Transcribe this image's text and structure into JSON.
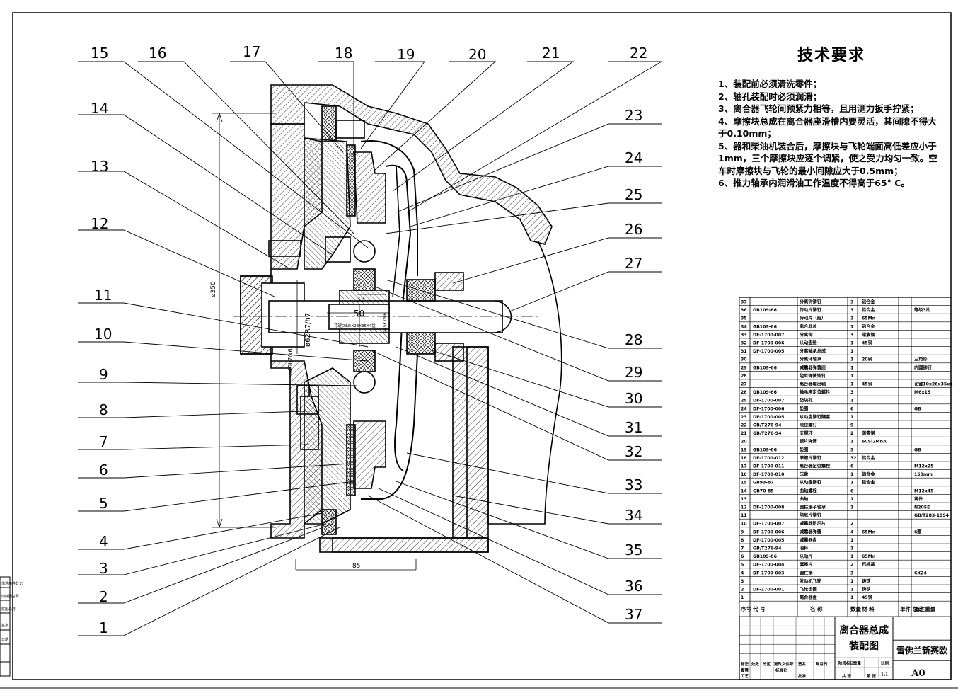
{
  "tech_requirements": {
    "title": "技术要求",
    "items": [
      "1、装配前必须清洗零件；",
      "2、轴孔装配时必须润滑；",
      "3、离合器飞轮间预紧力相等，且用测力扳手拧紧；",
      "4、摩擦块总成在离合器座滑槽内要灵活，其间隙不得大于0.10mm；",
      "5、器和柴油机装合后，摩擦块与飞轮端面高低差应小于1mm，三个摩擦块应逐个调紧，使之受力均匀一致。空车时摩擦块与飞轮的最小间隙应大于0.5mm；",
      "6、推力轴承内润滑油工作温度不得高于65° C。"
    ]
  },
  "callouts": {
    "left": [
      "15",
      "16",
      "17",
      "18",
      "19",
      "20",
      "21",
      "22",
      "14",
      "13",
      "12",
      "11",
      "10",
      "9",
      "8",
      "7",
      "6",
      "5",
      "4",
      "3",
      "2",
      "1"
    ],
    "right": [
      "23",
      "24",
      "25",
      "26",
      "27",
      "28",
      "29",
      "30",
      "31",
      "32",
      "33",
      "34",
      "35",
      "36",
      "37"
    ]
  },
  "dimensions": {
    "overall_diameter": "ø350",
    "bore_fit": "ø62R7/h7",
    "spline": "花键DIN5X28X35X4齿",
    "length_50": "50",
    "length_33": "33",
    "length_85": "85",
    "right_fit": "ø45K7/h6",
    "left_fit": "ø40h7/k6"
  },
  "bom": {
    "rows": [
      [
        "37",
        "",
        "分离钩铆钉",
        "3",
        "铝合金",
        "",
        ""
      ],
      [
        "36",
        "GB109-86",
        "传动片铆钉",
        "3",
        "铝合金",
        "",
        "等级3片"
      ],
      [
        "35",
        "",
        "传动片（组）",
        "3",
        "65Mn",
        "",
        ""
      ],
      [
        "34",
        "GB109-86",
        "离合器盖",
        "1",
        "铝合金",
        "",
        ""
      ],
      [
        "33",
        "DF-1700-007",
        "分离钩",
        "3",
        "碳素钢",
        "",
        ""
      ],
      [
        "32",
        "DF-1700-006",
        "从动盘毂",
        "1",
        "45钢",
        "",
        ""
      ],
      [
        "31",
        "DF-1700-005",
        "分离轴承总成",
        "1",
        "",
        "",
        ""
      ],
      [
        "30",
        "",
        "分离环轴承",
        "1",
        "20钢",
        "",
        "三角形"
      ],
      [
        "29",
        "GB109-86",
        "减震器弹簧座",
        "1",
        "",
        "",
        "内圆铆钉"
      ],
      [
        "28",
        "",
        "阻尼弹簧铆钉",
        "1",
        "",
        "",
        ""
      ],
      [
        "27",
        "",
        "离合器输出轴",
        "1",
        "45钢",
        "",
        "花键10x26x35x4"
      ],
      [
        "26",
        "GB109-86",
        "轴承座定位螺栓",
        "3",
        "",
        "",
        "M6x15"
      ],
      [
        "25",
        "DF-1700-007",
        "垫块孔",
        "1",
        "",
        "",
        ""
      ],
      [
        "24",
        "DF-1700-006",
        "垫圈",
        "6",
        "",
        "",
        "GB"
      ],
      [
        "23",
        "DF-1700-005",
        "从动盘铆钉隔套",
        "1",
        "",
        "",
        ""
      ],
      [
        "22",
        "GB/T276-94",
        "限位螺钉",
        "9",
        "",
        "",
        ""
      ],
      [
        "21",
        "GB/T276-94",
        "支撑环",
        "2",
        "碳素钢",
        "",
        ""
      ],
      [
        "20",
        "",
        "膜片弹簧",
        "1",
        "60Si2MnA",
        "",
        ""
      ],
      [
        "19",
        "GB109-86",
        "垫圈",
        "3",
        "",
        "",
        "GB"
      ],
      [
        "18",
        "DF-1700-012",
        "摩擦片铆钉",
        "32",
        "铝合金",
        "",
        ""
      ],
      [
        "17",
        "DF-1700-011",
        "离合器定位螺栓",
        "6",
        "",
        "",
        "M12x25"
      ],
      [
        "16",
        "DF-1700-010",
        "压盘",
        "1",
        "铝合金",
        "",
        "150mm"
      ],
      [
        "15",
        "GB93-87",
        "从动盘铆钉",
        "1",
        "铝合金",
        "",
        ""
      ],
      [
        "14",
        "GB70-85",
        "曲轴螺栓",
        "6",
        "",
        "",
        "M12x45"
      ],
      [
        "13",
        "",
        "曲轴",
        "1",
        "",
        "",
        "铸件"
      ],
      [
        "12",
        "DF-1700-008",
        "圆柱滚子轴承",
        "1",
        "",
        "",
        "N205E"
      ],
      [
        "11",
        "",
        "阻尼片铆钉",
        "",
        "",
        "",
        "GB/T283-1994"
      ],
      [
        "10",
        "DF-1700-007",
        "减震器阻尼片",
        "2",
        "",
        "",
        ""
      ],
      [
        "9",
        "DF-1700-006",
        "减震器弹簧",
        "4",
        "65Mn",
        "",
        "6圈"
      ],
      [
        "8",
        "DF-1700-005",
        "减震器盘",
        "1",
        "",
        "",
        ""
      ],
      [
        "7",
        "GB/T276-94",
        "油杯",
        "1",
        "",
        "",
        ""
      ],
      [
        "6",
        "GB109-86",
        "从动片",
        "1",
        "65Mn",
        "",
        ""
      ],
      [
        "5",
        "DF-1700-004",
        "摩擦片",
        "2",
        "石棉基",
        "",
        ""
      ],
      [
        "4",
        "DF-1700-003",
        "圆柱销",
        "3",
        "",
        "",
        "6X24"
      ],
      [
        "3",
        "",
        "发动机飞轮",
        "1",
        "铸铁",
        "",
        ""
      ],
      [
        "2",
        "DF-1700-001",
        "飞轮齿圈",
        "1",
        "铸铁",
        "",
        ""
      ],
      [
        "1",
        "",
        "离合器盘",
        "1",
        "45钢",
        "",
        ""
      ]
    ],
    "header": [
      "序号",
      "代 号",
      "名 称",
      "数量",
      "材 料",
      "单件 总计 重量",
      "备注"
    ]
  },
  "title_block": {
    "drawing_name": "离合器总成\n装配图",
    "drawing_name_line1": "离合器总成",
    "drawing_name_line2": "装配图",
    "company": "雪佛兰新赛欧",
    "sheet_size": "A0",
    "scale": "1:1",
    "labels": {
      "mark": "标记",
      "count": "处数",
      "zone": "分区",
      "doc_no": "更改文件号",
      "sign": "签名",
      "date": "年月日",
      "design": "设计",
      "standardize": "标准化",
      "stage": "阶段标记",
      "weight": "重量",
      "scale": "比例",
      "review": "审核",
      "process": "工艺",
      "approve": "批准",
      "total": "共 张",
      "sheet": "第 张"
    }
  },
  "left_strip": [
    "借通用件登记",
    "旧底图总号",
    "底图总号",
    "签字",
    "日期"
  ]
}
